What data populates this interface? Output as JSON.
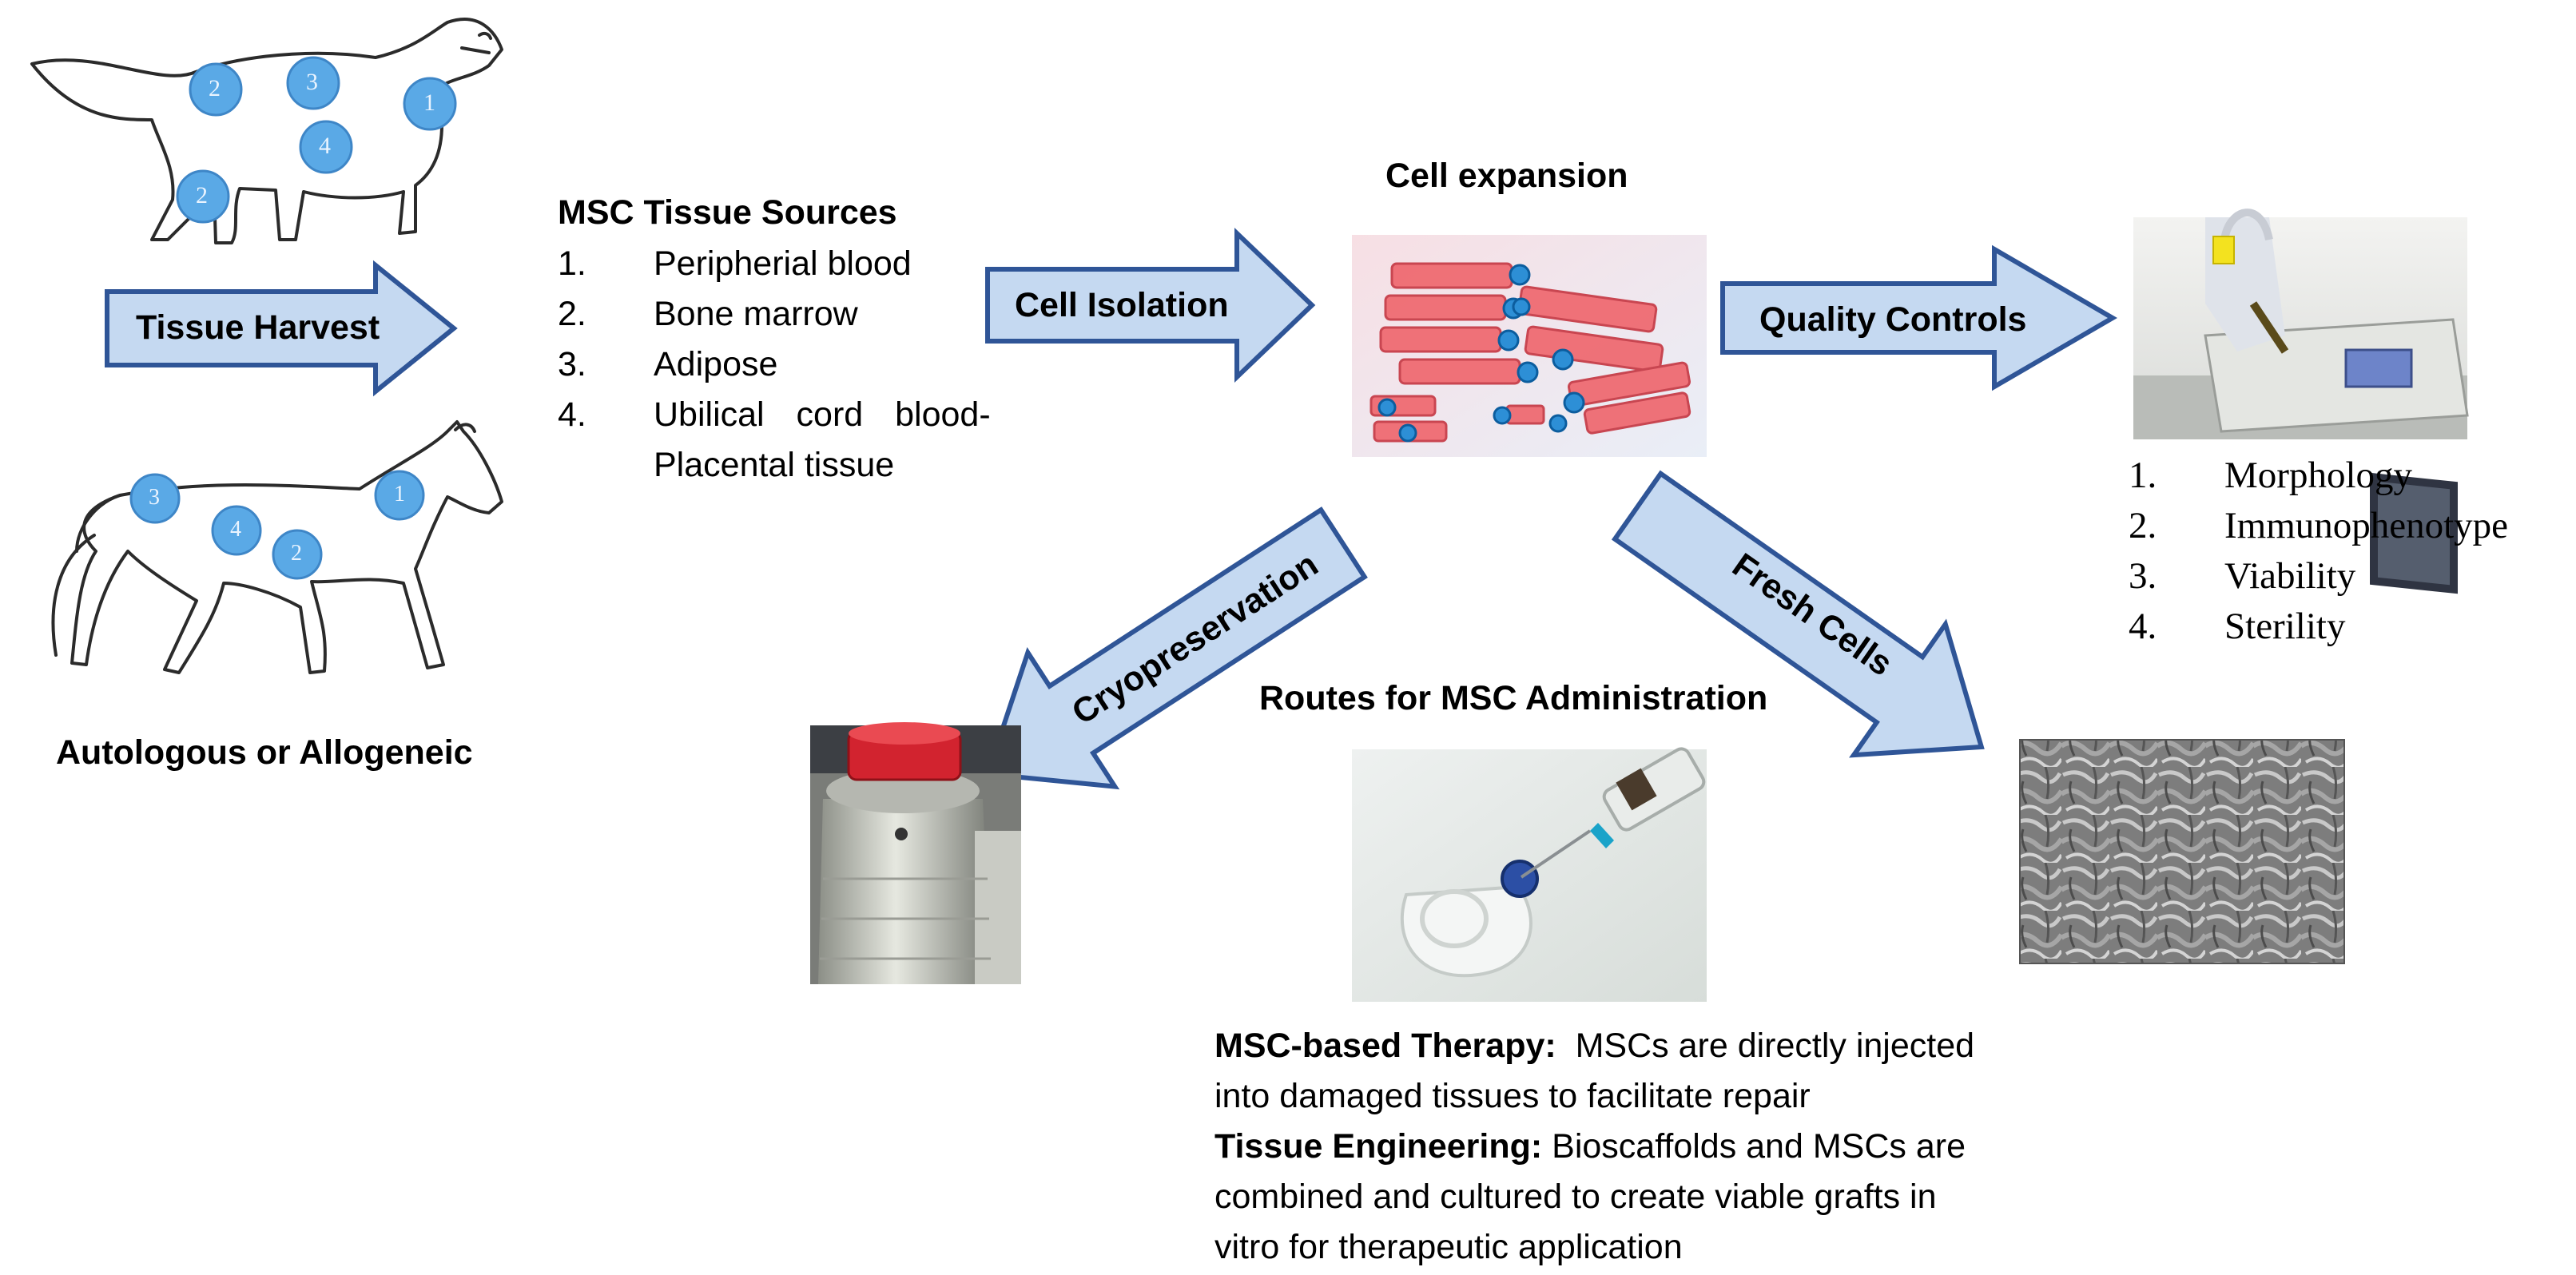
{
  "donors": {
    "dog_markers": [
      "2",
      "3",
      "1",
      "4",
      "2"
    ],
    "horse_markers": [
      "3",
      "4",
      "2",
      "1"
    ],
    "caption": "Autologous or Allogeneic"
  },
  "arrows": {
    "tissue_harvest": "Tissue Harvest",
    "cell_isolation": "Cell Isolation",
    "quality_controls": "Quality Controls",
    "cryopreservation": "Cryopreservation",
    "fresh_cells": "Fresh Cells"
  },
  "tissue_sources": {
    "title": "MSC Tissue Sources",
    "items": [
      {
        "num": "1.",
        "text": "Peripherial blood"
      },
      {
        "num": "2.",
        "text": "Bone marrow"
      },
      {
        "num": "3.",
        "text": "Adipose"
      },
      {
        "num": "4.",
        "text": "Ubilical cord blood-"
      },
      {
        "num": "",
        "text": "Placental tissue"
      }
    ]
  },
  "cell_expansion": {
    "title": "Cell expansion"
  },
  "quality_controls": {
    "items": [
      {
        "num": "1.",
        "text": "Morphology"
      },
      {
        "num": "2.",
        "text": "Immunophenotype"
      },
      {
        "num": "3.",
        "text": "Viability"
      },
      {
        "num": "4.",
        "text": "Sterility"
      }
    ]
  },
  "administration": {
    "title": "Routes for MSC Administration",
    "therapy_label": "MSC-based Therapy:",
    "therapy_text1": "  MSCs are directly injected",
    "therapy_text2": "into damaged tissues to facilitate repair",
    "engineering_label": "Tissue Engineering:",
    "engineering_text1": " Bioscaffolds and MSCs are",
    "engineering_text2": "combined and cultured to create viable grafts in",
    "engineering_text3": "vitro for therapeutic application"
  },
  "colors": {
    "arrow_fill": "#c5d9f1",
    "arrow_stroke": "#2f5597",
    "marker_fill": "#5aa9e6",
    "flask_red": "#e8505b"
  }
}
